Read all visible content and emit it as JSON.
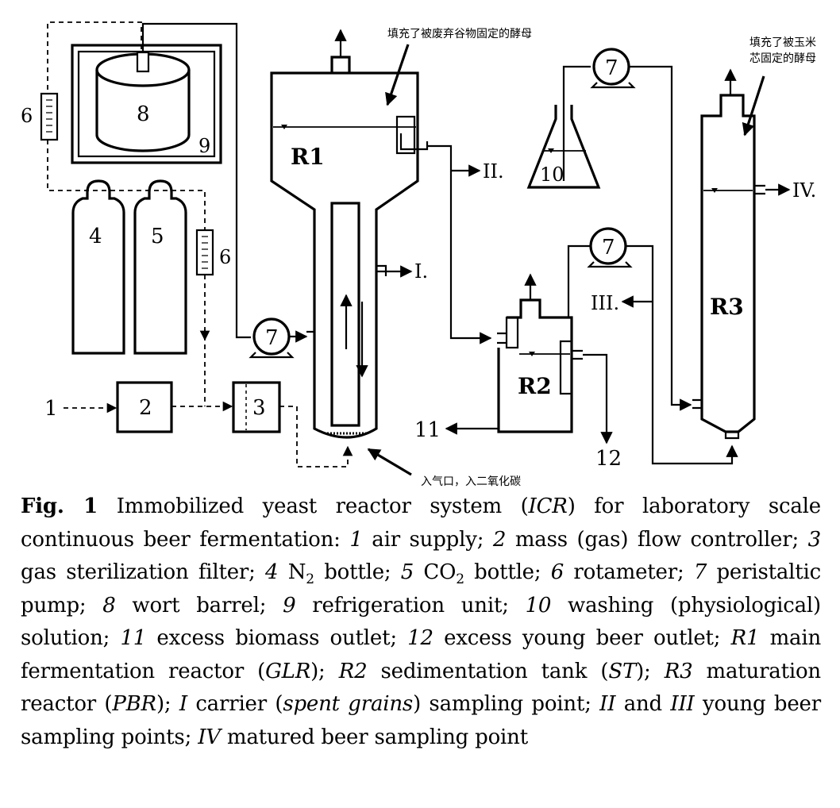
{
  "diagram": {
    "annotations": {
      "r1_note": "填充了被废弃谷物固定的酵母",
      "r3_note_line1": "填充了被玉米",
      "r3_note_line2": "芯固定的酵母",
      "gas_inlet_note": "入气口，入二氧化碳"
    },
    "labels": {
      "n1": "1",
      "n2": "2",
      "n3": "3",
      "n4": "4",
      "n5": "5",
      "n6_left": "6",
      "n6_right": "6",
      "n7_a": "7",
      "n7_b": "7",
      "n7_c": "7",
      "n8": "8",
      "n9": "9",
      "n10": "10",
      "n11": "11",
      "n12": "12",
      "r1": "R1",
      "r2": "R2",
      "r3": "R3",
      "s1": "I.",
      "s2": "II.",
      "s3": "III.",
      "s4": "IV."
    }
  },
  "caption": {
    "fig_label": "Fig. 1",
    "segments": [
      {
        "t": " Immobilized yeast reactor system (",
        "i": false
      },
      {
        "t": "ICR",
        "i": true
      },
      {
        "t": ") for laboratory scale continuous beer fermentation: ",
        "i": false
      },
      {
        "t": "1",
        "i": true
      },
      {
        "t": " air supply; ",
        "i": false
      },
      {
        "t": "2",
        "i": true
      },
      {
        "t": " mass (gas) flow controller; ",
        "i": false
      },
      {
        "t": "3",
        "i": true
      },
      {
        "t": " gas sterilization filter; ",
        "i": false
      },
      {
        "t": "4",
        "i": true
      },
      {
        "t": " N",
        "i": false
      },
      {
        "t": "2",
        "i": false,
        "sub": true
      },
      {
        "t": " bottle; ",
        "i": false
      },
      {
        "t": "5",
        "i": true
      },
      {
        "t": " CO",
        "i": false
      },
      {
        "t": "2",
        "i": false,
        "sub": true
      },
      {
        "t": " bottle; ",
        "i": false
      },
      {
        "t": "6",
        "i": true
      },
      {
        "t": " rotameter; ",
        "i": false
      },
      {
        "t": "7",
        "i": true
      },
      {
        "t": " peristaltic pump; ",
        "i": false
      },
      {
        "t": "8",
        "i": true
      },
      {
        "t": " wort barrel; ",
        "i": false
      },
      {
        "t": "9",
        "i": true
      },
      {
        "t": " refrigeration unit; ",
        "i": false
      },
      {
        "t": "10",
        "i": true
      },
      {
        "t": " washing (physiological) solution; ",
        "i": false
      },
      {
        "t": "11",
        "i": true
      },
      {
        "t": " excess biomass outlet; ",
        "i": false
      },
      {
        "t": "12",
        "i": true
      },
      {
        "t": " excess young beer outlet; ",
        "i": false
      },
      {
        "t": "R1",
        "i": true
      },
      {
        "t": " main fermentation reactor (",
        "i": false
      },
      {
        "t": "GLR",
        "i": true
      },
      {
        "t": "); ",
        "i": false
      },
      {
        "t": "R2",
        "i": true
      },
      {
        "t": " sedimentation tank (",
        "i": false
      },
      {
        "t": "ST",
        "i": true
      },
      {
        "t": "); ",
        "i": false
      },
      {
        "t": "R3",
        "i": true
      },
      {
        "t": " maturation reactor (",
        "i": false
      },
      {
        "t": "PBR",
        "i": true
      },
      {
        "t": "); ",
        "i": false
      },
      {
        "t": "I",
        "i": true
      },
      {
        "t": " carrier (",
        "i": false
      },
      {
        "t": "spent grains",
        "i": true
      },
      {
        "t": ") sampling point; ",
        "i": false
      },
      {
        "t": "II",
        "i": true
      },
      {
        "t": " and ",
        "i": false
      },
      {
        "t": "III",
        "i": true
      },
      {
        "t": " young beer sampling points; ",
        "i": false
      },
      {
        "t": "IV",
        "i": true
      },
      {
        "t": " matured beer sampling point",
        "i": false
      }
    ]
  }
}
